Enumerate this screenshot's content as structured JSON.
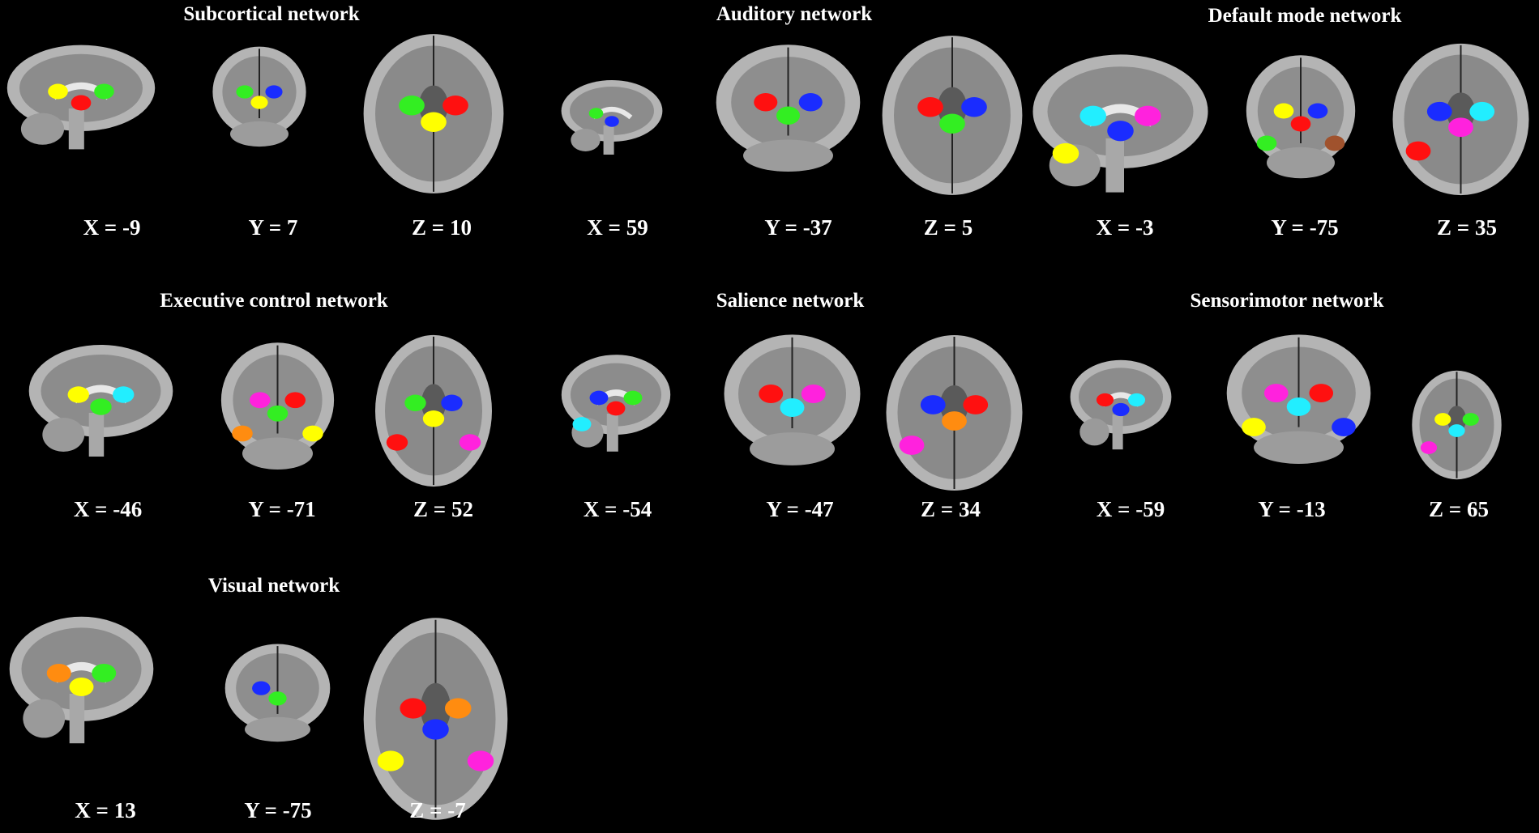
{
  "panels": [
    {
      "title": "Subcortical network",
      "slices": [
        {
          "view": "sagittal",
          "label": "X = -9",
          "blobs": [
            "red",
            "yellow",
            "green"
          ]
        },
        {
          "view": "coronal",
          "label": "Y = 7",
          "blobs": [
            "yellow",
            "green",
            "blue"
          ]
        },
        {
          "view": "axial",
          "label": "Z = 10",
          "blobs": [
            "yellow",
            "green",
            "red"
          ]
        }
      ]
    },
    {
      "title": "Auditory network",
      "slices": [
        {
          "view": "sagittal-small",
          "label": "X = 59",
          "blobs": [
            "blue",
            "green"
          ]
        },
        {
          "view": "coronal",
          "label": "Y = -37",
          "blobs": [
            "green",
            "red",
            "blue"
          ]
        },
        {
          "view": "axial",
          "label": "Z = 5",
          "blobs": [
            "green",
            "red",
            "blue"
          ]
        }
      ]
    },
    {
      "title": "Default mode network",
      "slices": [
        {
          "view": "sagittal",
          "label": "X = -3",
          "blobs": [
            "blue",
            "cyan",
            "magenta",
            "yellow"
          ]
        },
        {
          "view": "coronal",
          "label": "Y = -75",
          "blobs": [
            "red",
            "yellow",
            "blue",
            "green",
            "brown"
          ]
        },
        {
          "view": "axial",
          "label": "Z = 35",
          "blobs": [
            "magenta",
            "blue",
            "cyan",
            "red"
          ]
        }
      ]
    },
    {
      "title": "Executive control network",
      "slices": [
        {
          "view": "sagittal",
          "label": "X = -46",
          "blobs": [
            "green",
            "yellow",
            "cyan"
          ]
        },
        {
          "view": "coronal",
          "label": "Y = -71",
          "blobs": [
            "green",
            "magenta",
            "red",
            "orange",
            "yellow"
          ]
        },
        {
          "view": "axial",
          "label": "Z = 52",
          "blobs": [
            "yellow",
            "green",
            "blue",
            "red",
            "magenta"
          ]
        }
      ]
    },
    {
      "title": "Salience network",
      "slices": [
        {
          "view": "sagittal",
          "label": "X = -54",
          "blobs": [
            "red",
            "blue",
            "green",
            "cyan"
          ]
        },
        {
          "view": "coronal",
          "label": "Y = -47",
          "blobs": [
            "cyan",
            "red",
            "magenta"
          ]
        },
        {
          "view": "axial",
          "label": "Z = 34",
          "blobs": [
            "orange",
            "blue",
            "red",
            "magenta"
          ]
        }
      ]
    },
    {
      "title": "Sensorimotor network",
      "slices": [
        {
          "view": "sagittal-small",
          "label": "X = -59",
          "blobs": [
            "blue",
            "red",
            "cyan"
          ]
        },
        {
          "view": "coronal",
          "label": "Y = -13",
          "blobs": [
            "cyan",
            "magenta",
            "red",
            "yellow",
            "blue"
          ]
        },
        {
          "view": "axial",
          "label": "Z = 65",
          "blobs": [
            "cyan",
            "yellow",
            "green",
            "magenta"
          ]
        }
      ]
    },
    {
      "title": "Visual  network",
      "slices": [
        {
          "view": "sagittal",
          "label": "X = 13",
          "blobs": [
            "yellow",
            "orange",
            "green"
          ]
        },
        {
          "view": "coronal",
          "label": "Y = -75",
          "blobs": [
            "green",
            "blue"
          ]
        },
        {
          "view": "axial",
          "label": "Z = -7",
          "blobs": [
            "blue",
            "red",
            "orange",
            "yellow",
            "magenta"
          ]
        }
      ]
    }
  ],
  "colors": {
    "background": "#000000",
    "red": "#ff1010",
    "yellow": "#ffff00",
    "green": "#33ee22",
    "blue": "#1a2cff",
    "cyan": "#22eeff",
    "magenta": "#ff22dd",
    "orange": "#ff8c10",
    "brown": "#a0522d",
    "brain_light": "#b4b4b4",
    "brain_dark": "#5a5a5a"
  }
}
